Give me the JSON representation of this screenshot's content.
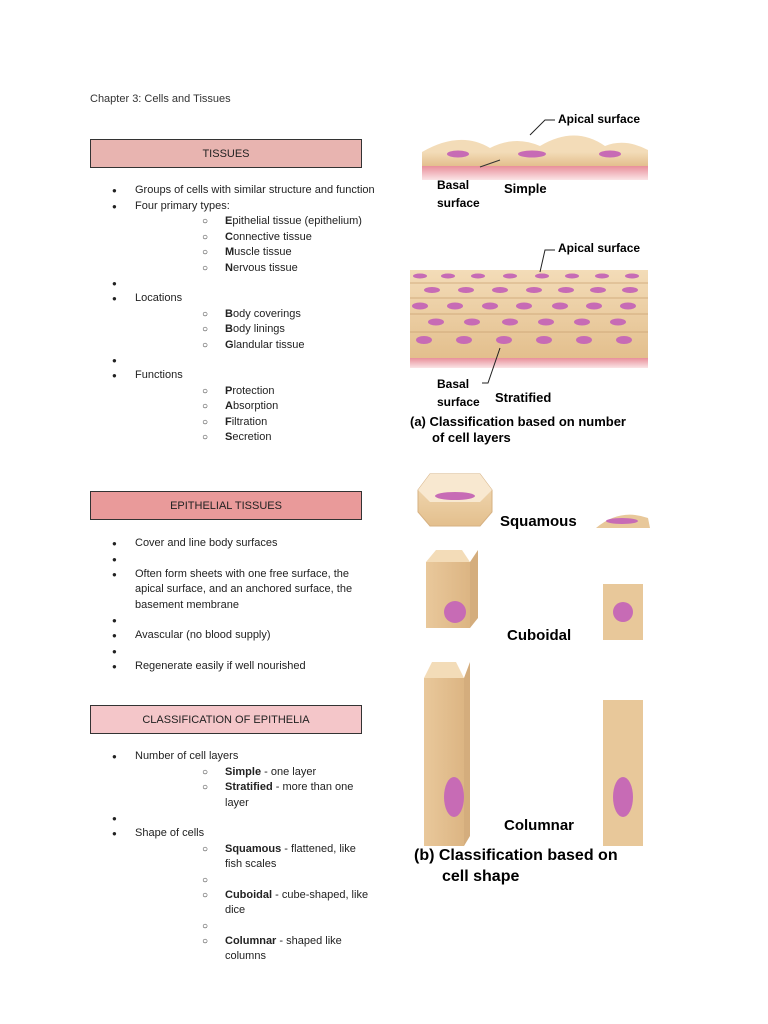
{
  "chapter_title": "Chapter 3: Cells and Tissues",
  "sections": {
    "tissues": {
      "header": "TISSUES",
      "bullets": [
        {
          "text": "Groups of cells with similar structure and function"
        },
        {
          "text": "Four primary types:",
          "sub": [
            {
              "bold": "E",
              "rest": "pithelial tissue (epithelium)"
            },
            {
              "bold": "C",
              "rest": "onnective tissue"
            },
            {
              "bold": "M",
              "rest": "uscle tissue"
            },
            {
              "bold": "N",
              "rest": "ervous tissue"
            }
          ]
        },
        {
          "text": "Locations",
          "sub": [
            {
              "bold": "B",
              "rest": "ody coverings"
            },
            {
              "bold": "B",
              "rest": "ody linings"
            },
            {
              "bold": "G",
              "rest": "landular tissue"
            }
          ]
        },
        {
          "text": "Functions",
          "sub": [
            {
              "bold": "P",
              "rest": "rotection"
            },
            {
              "bold": "A",
              "rest": "bsorption"
            },
            {
              "bold": "F",
              "rest": "iltration"
            },
            {
              "bold": "S",
              "rest": "ecretion"
            }
          ]
        }
      ]
    },
    "epithelial": {
      "header": "EPITHELIAL TISSUES",
      "bullets": [
        "Cover and line body surfaces",
        "Often form sheets with one free surface, the apical surface, and an anchored surface, the basement membrane",
        "Avascular (no blood supply)",
        "Regenerate easily if well nourished"
      ]
    },
    "classification": {
      "header": "CLASSIFICATION OF EPITHELIA",
      "bullets": [
        {
          "text": "Number of cell layers",
          "sub": [
            {
              "bold": "Simple",
              "rest": " - one layer"
            },
            {
              "bold": "Stratified",
              "rest": " - more than one layer"
            }
          ]
        },
        {
          "text": "Shape of cells",
          "sub": [
            {
              "bold": "Squamous",
              "rest": " - flattened, like fish scales"
            },
            {
              "bold": "Cuboidal",
              "rest": " - cube-shaped, like dice"
            },
            {
              "bold": "Columnar",
              "rest": " - shaped like columns"
            }
          ]
        }
      ]
    }
  },
  "figure": {
    "apical_1": "Apical surface",
    "basal_1": "Basal",
    "surface_1": "surface",
    "simple": "Simple",
    "apical_2": "Apical surface",
    "basal_2": "Basal",
    "surface_2": "surface",
    "stratified": "Stratified",
    "caption_a_1": "(a) Classification based on number",
    "caption_a_2": "of cell layers",
    "squamous": "Squamous",
    "cuboidal": "Cuboidal",
    "columnar": "Columnar",
    "caption_b_1": "(b) Classification based on",
    "caption_b_2": "cell shape"
  },
  "colors": {
    "tissues_header_bg": "#e8b4b0",
    "epithelial_header_bg": "#e99a9a",
    "classification_header_bg": "#f4c6c9",
    "cell_fill": "#e8c89a",
    "cell_light": "#f3dcb8",
    "nucleus": "#c76bb5",
    "basement": "#e89aa0"
  }
}
